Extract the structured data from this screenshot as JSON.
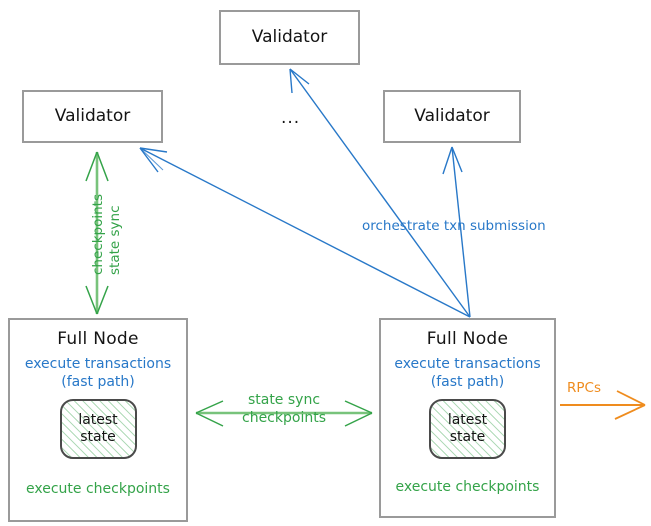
{
  "diagram": {
    "type": "architecture-diagram",
    "palette": {
      "blue": "#2878c8",
      "green": "#34a349",
      "orange": "#ef8c1e",
      "box_border": "#9a9a9a",
      "state_border": "#4a4a4a",
      "text": "#141414",
      "background": "#ffffff"
    },
    "validators": [
      {
        "id": "validator-top",
        "label": "Validator"
      },
      {
        "id": "validator-left",
        "label": "Validator"
      },
      {
        "id": "validator-right",
        "label": "Validator"
      }
    ],
    "ellipsis": "...",
    "full_nodes": [
      {
        "id": "full-node-left",
        "title": "Full Node",
        "blue_line_1": "execute transactions",
        "blue_line_2": "(fast path)",
        "state_line_1": "latest",
        "state_line_2": "state",
        "green_label": "execute checkpoints"
      },
      {
        "id": "full-node-right",
        "title": "Full Node",
        "blue_line_1": "execute transactions",
        "blue_line_2": "(fast path)",
        "state_line_1": "latest",
        "state_line_2": "state",
        "green_label": "execute checkpoints"
      }
    ],
    "edges": [
      {
        "id": "edge-validator-fullnode-statesync",
        "color": "#34a349",
        "direction": "bidirectional",
        "orientation": "vertical",
        "label_line_1": "state sync",
        "label_line_2": "checkpoints"
      },
      {
        "id": "edge-fullnode-fullnode-statesync",
        "color": "#34a349",
        "direction": "bidirectional",
        "orientation": "horizontal",
        "label_line_1": "state sync",
        "label_line_2": "checkpoints"
      },
      {
        "id": "edge-orchestrate-txn-submission",
        "color": "#2878c8",
        "direction": "fan-out-to-validators",
        "label": "orchestrate txn submission"
      },
      {
        "id": "edge-rpcs",
        "color": "#ef8c1e",
        "direction": "outbound",
        "label": "RPCs"
      }
    ]
  }
}
